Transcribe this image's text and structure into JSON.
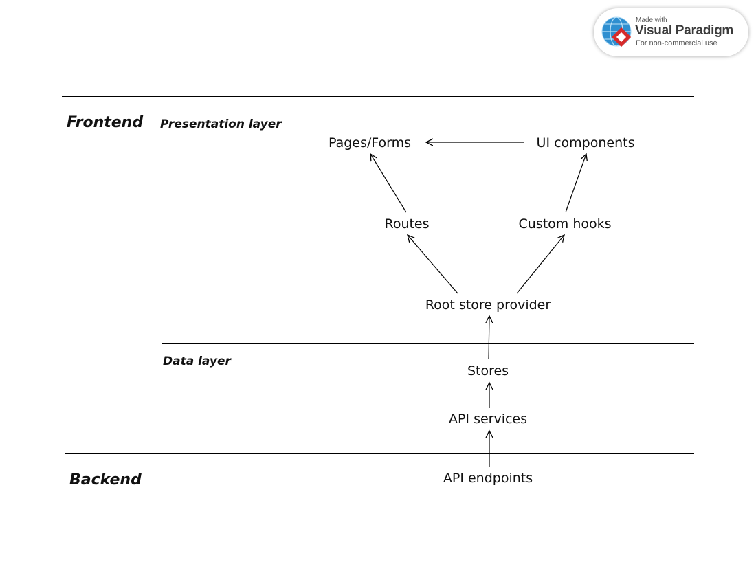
{
  "sections": {
    "frontend": "Frontend",
    "backend": "Backend"
  },
  "layers": {
    "presentation": "Presentation layer",
    "data": "Data layer"
  },
  "nodes": {
    "pages_forms": "Pages/Forms",
    "ui_components": "UI components",
    "routes": "Routes",
    "custom_hooks": "Custom hooks",
    "root_store_provider": "Root store provider",
    "stores": "Stores",
    "api_services": "API services",
    "api_endpoints": "API endpoints"
  },
  "edges": [
    {
      "from": "ui_components",
      "to": "pages_forms"
    },
    {
      "from": "routes",
      "to": "pages_forms"
    },
    {
      "from": "custom_hooks",
      "to": "ui_components"
    },
    {
      "from": "root_store_provider",
      "to": "routes"
    },
    {
      "from": "root_store_provider",
      "to": "custom_hooks"
    },
    {
      "from": "stores",
      "to": "root_store_provider"
    },
    {
      "from": "api_services",
      "to": "stores"
    },
    {
      "from": "api_endpoints",
      "to": "api_services"
    }
  ],
  "watermark": {
    "made_with": "Made with",
    "product": "Visual Paradigm",
    "note": "For non-commercial use"
  }
}
